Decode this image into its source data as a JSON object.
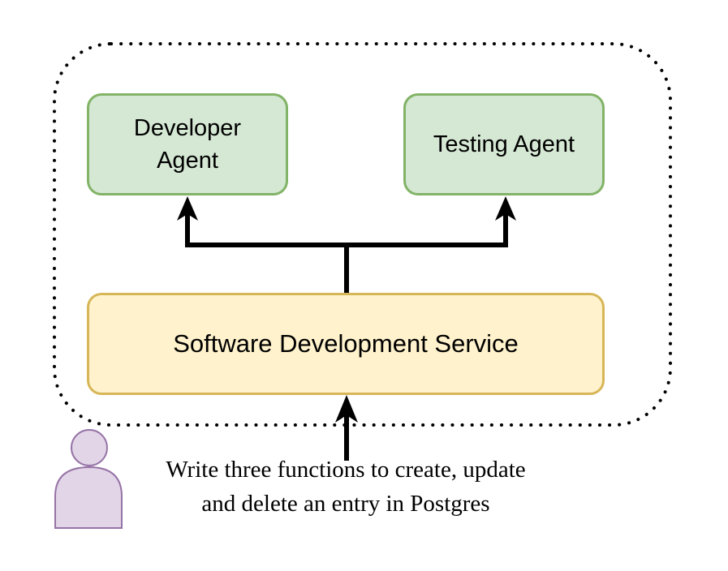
{
  "diagram": {
    "developer_agent": {
      "line1": "Developer",
      "line2": "Agent"
    },
    "testing_agent": {
      "label": "Testing Agent"
    },
    "service": {
      "label": "Software Development Service"
    },
    "prompt": {
      "line1": "Write three functions to create, update",
      "line2": "and delete an entry in Postgres"
    }
  },
  "colors": {
    "agent_fill": "#d5e8d4",
    "agent_stroke": "#82b366",
    "service_fill": "#fff2cc",
    "service_stroke": "#d6b656",
    "user_fill": "#e1d5e7",
    "user_stroke": "#9673a6",
    "arrow": "#000000",
    "container_border": "#000000"
  },
  "icons": {
    "user": "person-icon"
  }
}
